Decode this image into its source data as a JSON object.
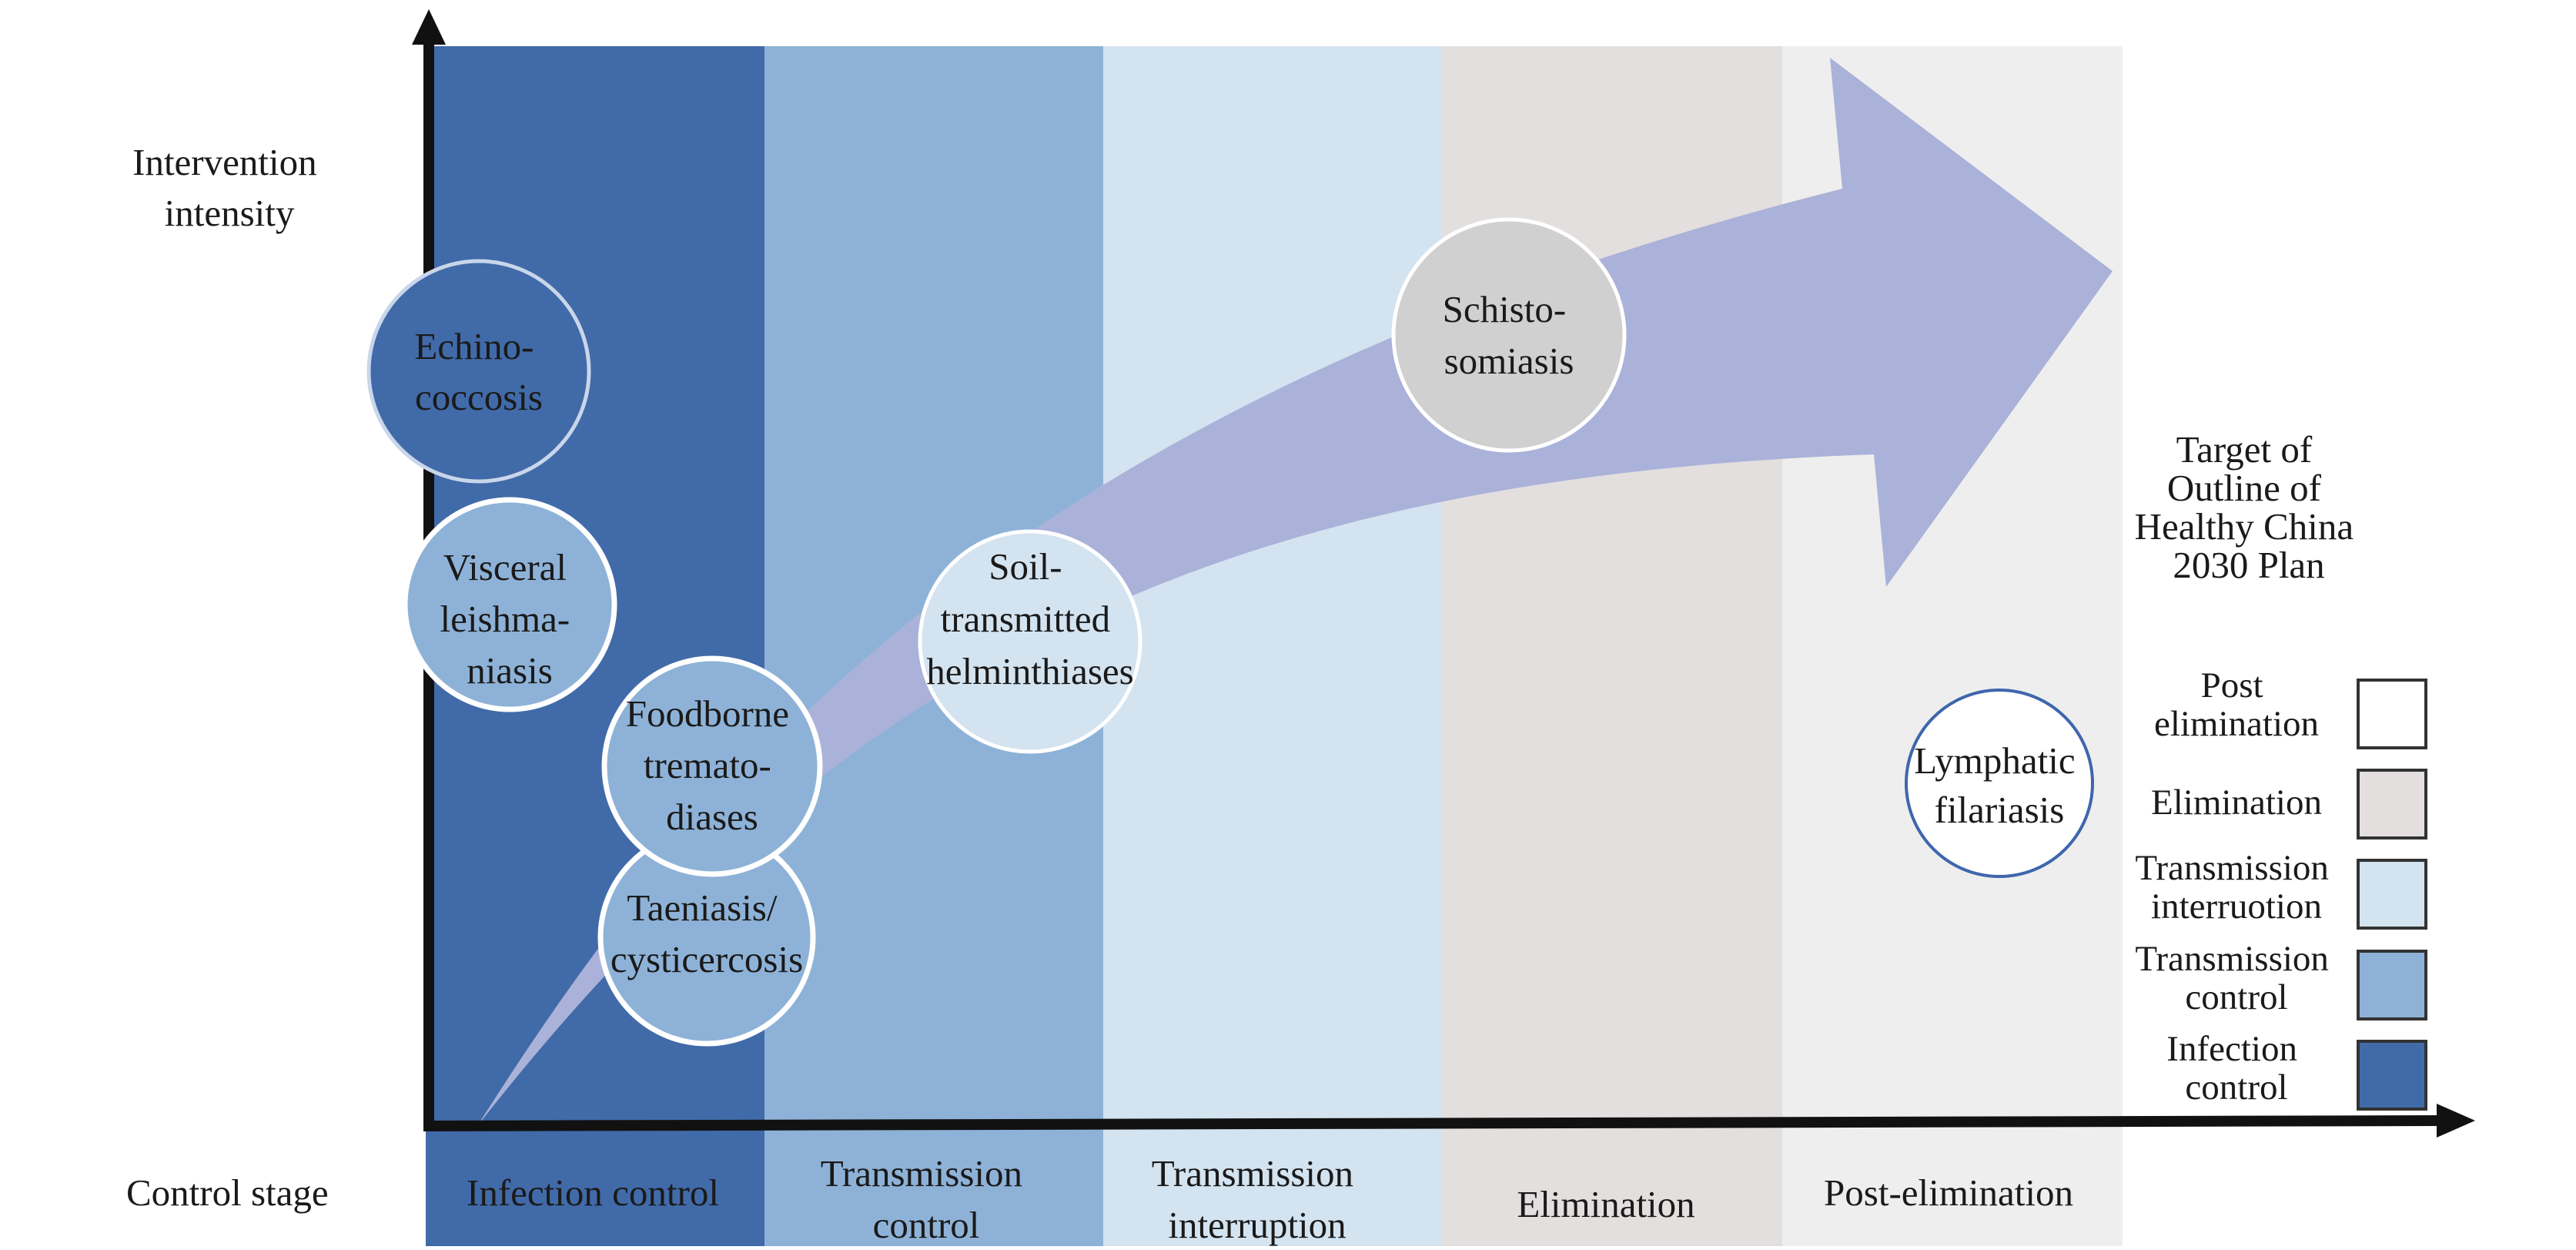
{
  "axes": {
    "y_label_lines": [
      "Intervention",
      "intensity"
    ],
    "x_label": "Control stage"
  },
  "stages": [
    {
      "key": "infection",
      "label_lines": [
        "Infection control"
      ],
      "color": "#416aa8"
    },
    {
      "key": "tcontrol",
      "label_lines": [
        "Transmission",
        "control"
      ],
      "color": "#8eb2d7"
    },
    {
      "key": "tinterrupt",
      "label_lines": [
        "Transmission",
        "interruption"
      ],
      "color": "#d3e3f0"
    },
    {
      "key": "elim",
      "label_lines": [
        "Elimination"
      ],
      "color": "#e3dfde"
    },
    {
      "key": "post",
      "label_lines": [
        "Post-elimination"
      ],
      "color": "#eeeeee"
    }
  ],
  "diseases": [
    {
      "key": "echinococcosis",
      "lines": [
        "Echino-",
        "coccosis"
      ],
      "fill": "#416aa8",
      "stroke": "#c9d6ea"
    },
    {
      "key": "visceral",
      "lines": [
        "Visceral",
        "leishma-",
        "niasis"
      ],
      "fill": "#8eb2d7",
      "stroke": "#ffffff"
    },
    {
      "key": "foodborne",
      "lines": [
        "Foodborne",
        "tremato-",
        "diases"
      ],
      "fill": "#8eb2d7",
      "stroke": "#ffffff"
    },
    {
      "key": "taeniasis",
      "lines": [
        "Taeniasis/",
        "cysticercosis"
      ],
      "fill": "#8eb2d7",
      "stroke": "#ffffff"
    },
    {
      "key": "soil",
      "lines": [
        "Soil-",
        "transmitted",
        "helminthiases"
      ],
      "fill": "#d3e3f0",
      "stroke": "#ffffff"
    },
    {
      "key": "schisto",
      "lines": [
        "Schisto-",
        "somiasis"
      ],
      "fill": "#d0d0d0",
      "stroke": "#ffffff"
    },
    {
      "key": "lymphatic",
      "lines": [
        "Lymphatic",
        "filariasis"
      ],
      "fill": "#ffffff",
      "stroke": "#3f66ad"
    }
  ],
  "target_lines": [
    "Target of",
    "Outline of",
    "Healthy China",
    "2030 Plan"
  ],
  "legend": [
    {
      "key": "post",
      "lines": [
        "Post",
        "elimination"
      ],
      "color": "#ffffff"
    },
    {
      "key": "elim",
      "lines": [
        "Elimination"
      ],
      "color": "#e3dfde"
    },
    {
      "key": "tinterrupt",
      "lines": [
        "Transmission",
        "interruotion"
      ],
      "color": "#d3e3f0"
    },
    {
      "key": "tcontrol",
      "lines": [
        "Transmission",
        "control"
      ],
      "color": "#8eb2d7"
    },
    {
      "key": "infection",
      "lines": [
        "Infection",
        "control"
      ],
      "color": "#416aa8"
    }
  ],
  "arrow_color": "#aab2d9"
}
